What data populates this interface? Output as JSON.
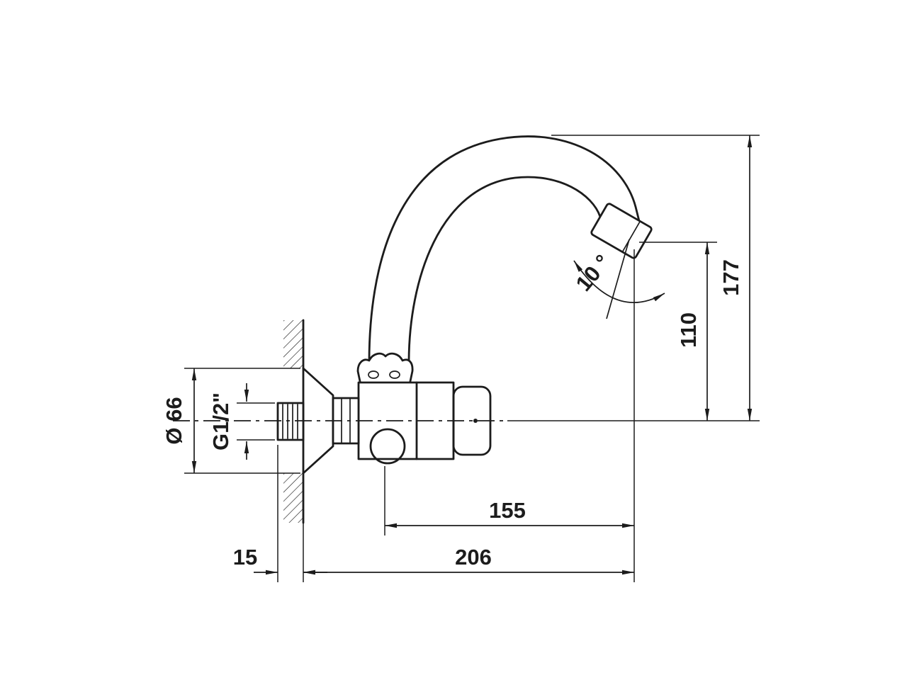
{
  "drawing": {
    "background_color": "#ffffff",
    "line_color": "#1c1c1c",
    "dimensions": {
      "total_height": "177",
      "outlet_height": "110",
      "outlet_angle": "10 °",
      "outlet_reach": "155",
      "total_reach": "206",
      "wall_stub": "15",
      "flange_diameter": "Ø 66",
      "thread_size": "G1/2\""
    }
  }
}
